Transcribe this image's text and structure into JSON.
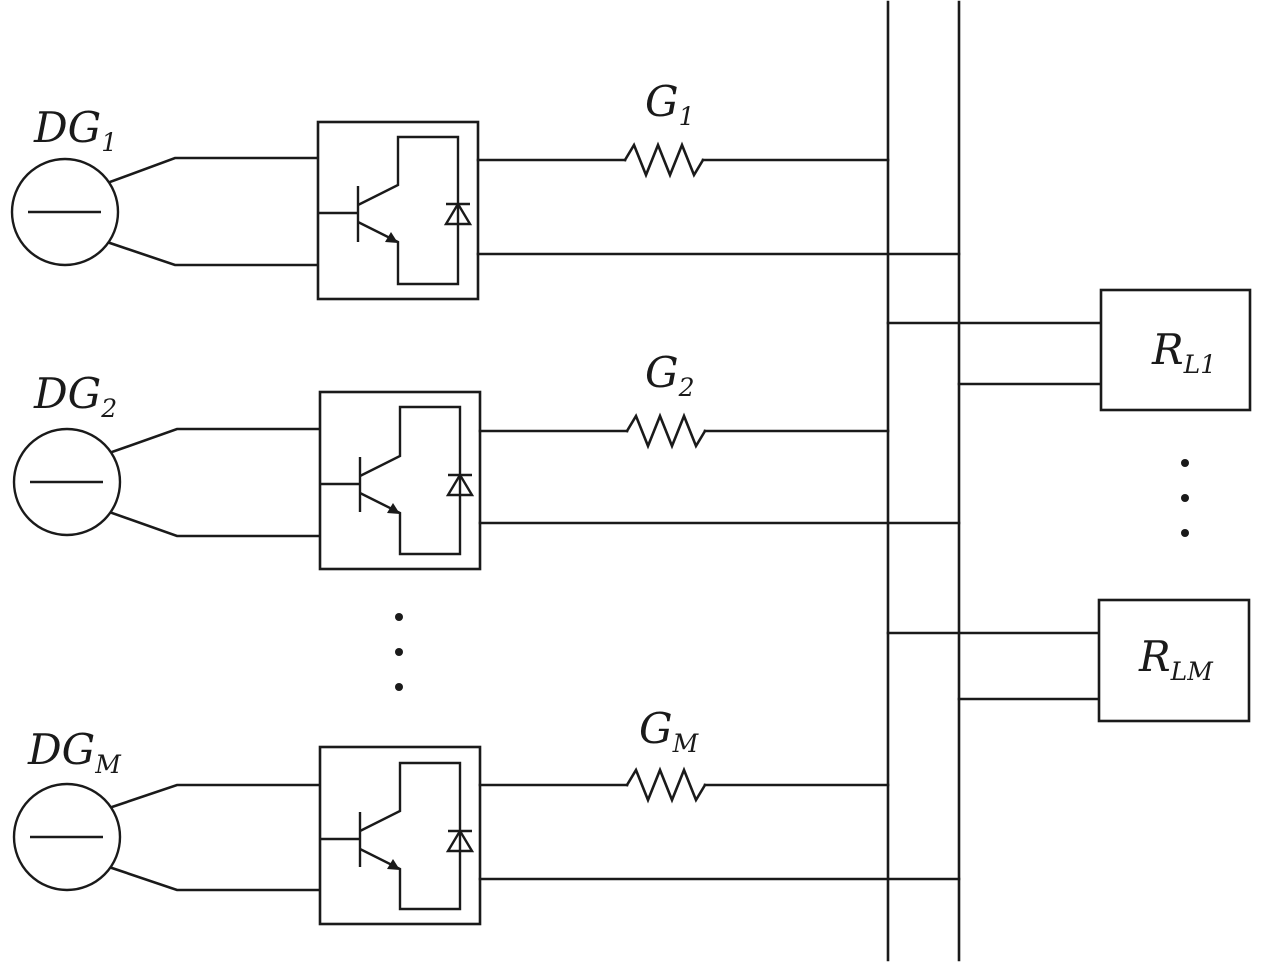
{
  "diagram": {
    "sources": [
      {
        "main": "DG",
        "sub": "1"
      },
      {
        "main": "DG",
        "sub": "2"
      },
      {
        "main": "DG",
        "sub": "M"
      }
    ],
    "resistors": [
      {
        "main": "G",
        "sub": "1"
      },
      {
        "main": "G",
        "sub": "2"
      },
      {
        "main": "G",
        "sub": "M"
      }
    ],
    "loads": [
      {
        "main": "R",
        "sub": "L1"
      },
      {
        "main": "R",
        "sub": "LM"
      }
    ],
    "colors": {
      "stroke": "#1a1a1a",
      "background": "#ffffff"
    }
  }
}
